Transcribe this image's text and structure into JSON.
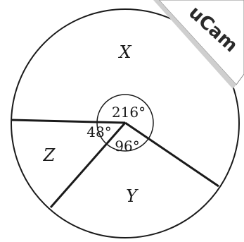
{
  "regions": {
    "x_label": "X",
    "y_label": "Y",
    "z_label": "Z"
  },
  "angles": {
    "x_angle": "216°",
    "z_angle": "48°",
    "y_angle": "96°"
  },
  "watermark": {
    "text": "uCam"
  },
  "colors": {
    "stroke": "#1a1a1a",
    "background": "#ffffff"
  }
}
